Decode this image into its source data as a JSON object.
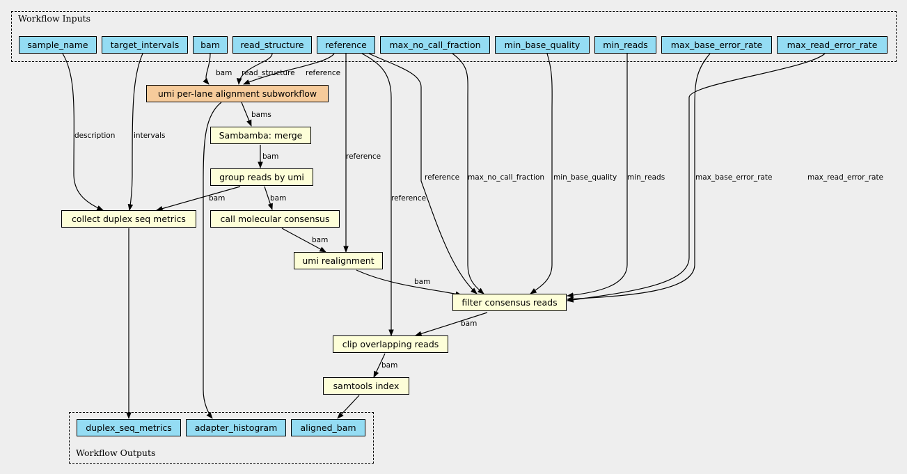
{
  "clusters": {
    "inputs_title": "Workflow Inputs",
    "outputs_title": "Workflow Outputs"
  },
  "inputs": {
    "sample_name": "sample_name",
    "target_intervals": "target_intervals",
    "bam": "bam",
    "read_structure": "read_structure",
    "reference": "reference",
    "max_no_call_fraction": "max_no_call_fraction",
    "min_base_quality": "min_base_quality",
    "min_reads": "min_reads",
    "max_base_error_rate": "max_base_error_rate",
    "max_read_error_rate": "max_read_error_rate"
  },
  "steps": {
    "umi_subworkflow": "umi per-lane alignment subworkflow",
    "sambamba_merge": "Sambamba: merge",
    "group_reads": "group reads by umi",
    "collect_metrics": "collect duplex seq metrics",
    "call_consensus": "call molecular consensus",
    "umi_realignment": "umi realignment",
    "filter_consensus": "filter consensus reads",
    "clip_overlapping": "clip overlapping reads",
    "samtools_index": "samtools index"
  },
  "outputs": {
    "duplex_seq_metrics": "duplex_seq_metrics",
    "adapter_histogram": "adapter_histogram",
    "aligned_bam": "aligned_bam"
  },
  "edge_labels": {
    "bam": "bam",
    "read_structure": "read_structure",
    "reference": "reference",
    "bams": "bams",
    "description": "description",
    "intervals": "intervals",
    "max_no_call_fraction": "max_no_call_fraction",
    "min_base_quality": "min_base_quality",
    "min_reads": "min_reads",
    "max_base_error_rate": "max_base_error_rate",
    "max_read_error_rate": "max_read_error_rate"
  },
  "colors": {
    "background": "#eeeeee",
    "input_output_fill": "#94dcf3",
    "step_fill": "#fdfed8",
    "subworkflow_fill": "#f6cb9b"
  }
}
